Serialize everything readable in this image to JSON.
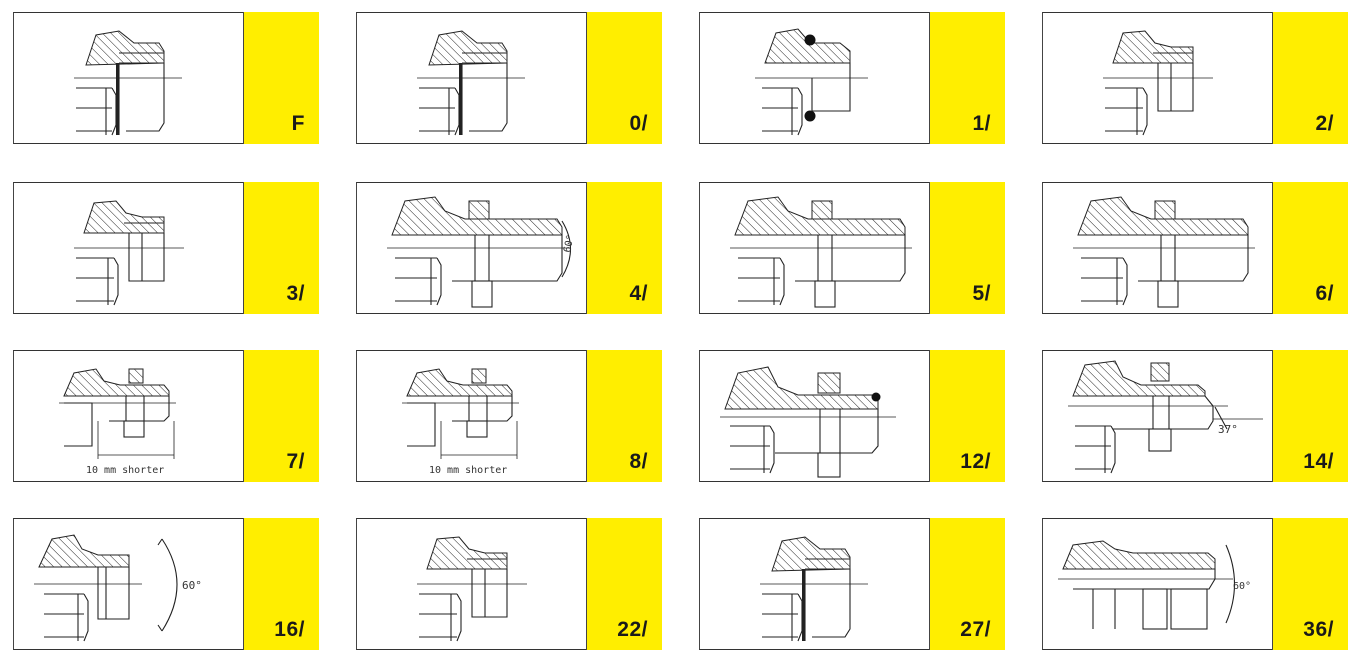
{
  "colors": {
    "code_background": "#ffee00",
    "line": "#222222",
    "background": "#ffffff"
  },
  "cards": [
    {
      "code": "F",
      "drawing": "hatched-port-sealing-ring-drawing",
      "annotation": ""
    },
    {
      "code": "0/",
      "drawing": "hatched-port-sealing-ring-drawing",
      "annotation": ""
    },
    {
      "code": "1/",
      "drawing": "o-ring-port-drawing",
      "annotation": ""
    },
    {
      "code": "2/",
      "drawing": "stepped-port-drawing",
      "annotation": ""
    },
    {
      "code": "3/",
      "drawing": "stepped-port-drawing",
      "annotation": ""
    },
    {
      "code": "4/",
      "drawing": "long-stud-with-nut-drawing",
      "annotation": "60°"
    },
    {
      "code": "5/",
      "drawing": "long-stud-with-nut-drawing",
      "annotation": ""
    },
    {
      "code": "6/",
      "drawing": "long-stud-with-nut-drawing",
      "annotation": ""
    },
    {
      "code": "7/",
      "drawing": "short-stud-with-nut-drawing",
      "annotation": "10 mm shorter"
    },
    {
      "code": "8/",
      "drawing": "short-stud-with-nut-drawing",
      "annotation": "10 mm shorter"
    },
    {
      "code": "12/",
      "drawing": "stud-with-nut-and-ring-drawing",
      "annotation": ""
    },
    {
      "code": "14/",
      "drawing": "stud-37-degree-flare-drawing",
      "annotation": "37°"
    },
    {
      "code": "16/",
      "drawing": "stud-60-degree-cone-drawing",
      "annotation": "60°"
    },
    {
      "code": "22/",
      "drawing": "stepped-port-drawing",
      "annotation": ""
    },
    {
      "code": "27/",
      "drawing": "hatched-port-sealing-ring-drawing",
      "annotation": ""
    },
    {
      "code": "36/",
      "drawing": "long-stud-60-degree-cone-drawing",
      "annotation": "60°"
    }
  ]
}
